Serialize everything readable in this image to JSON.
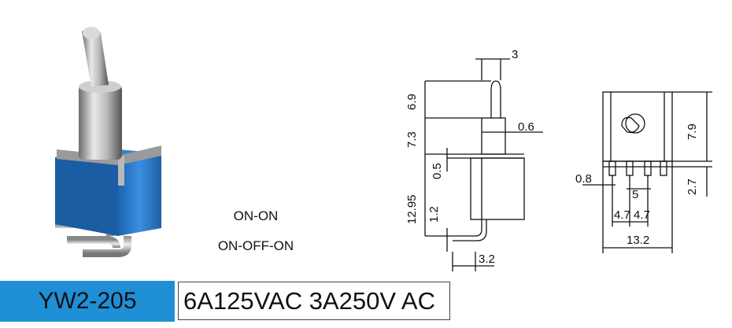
{
  "modes": [
    "ON-ON",
    "ON-OFF-ON"
  ],
  "model": "YW2-205",
  "rating": "6A125VAC 3A250V AC",
  "dimensions": {
    "top_width": "3",
    "lever_height": "6.9",
    "bushing_height": "7.3",
    "bushing_step": "0.6",
    "plate_thickness": "0.5",
    "body_height": "12.95",
    "terminal_thickness": "1.2",
    "terminal_length": "3.2",
    "side_height": "7.9",
    "terminal_height": "2.7",
    "terminal_width": "0.8",
    "terminal_gap": "5",
    "pitch_left": "4.7",
    "pitch_right": "4.7",
    "body_width": "13.2"
  },
  "colors": {
    "model_bg": "#1f8fd6",
    "switch_blue": "#2d7fd0"
  }
}
